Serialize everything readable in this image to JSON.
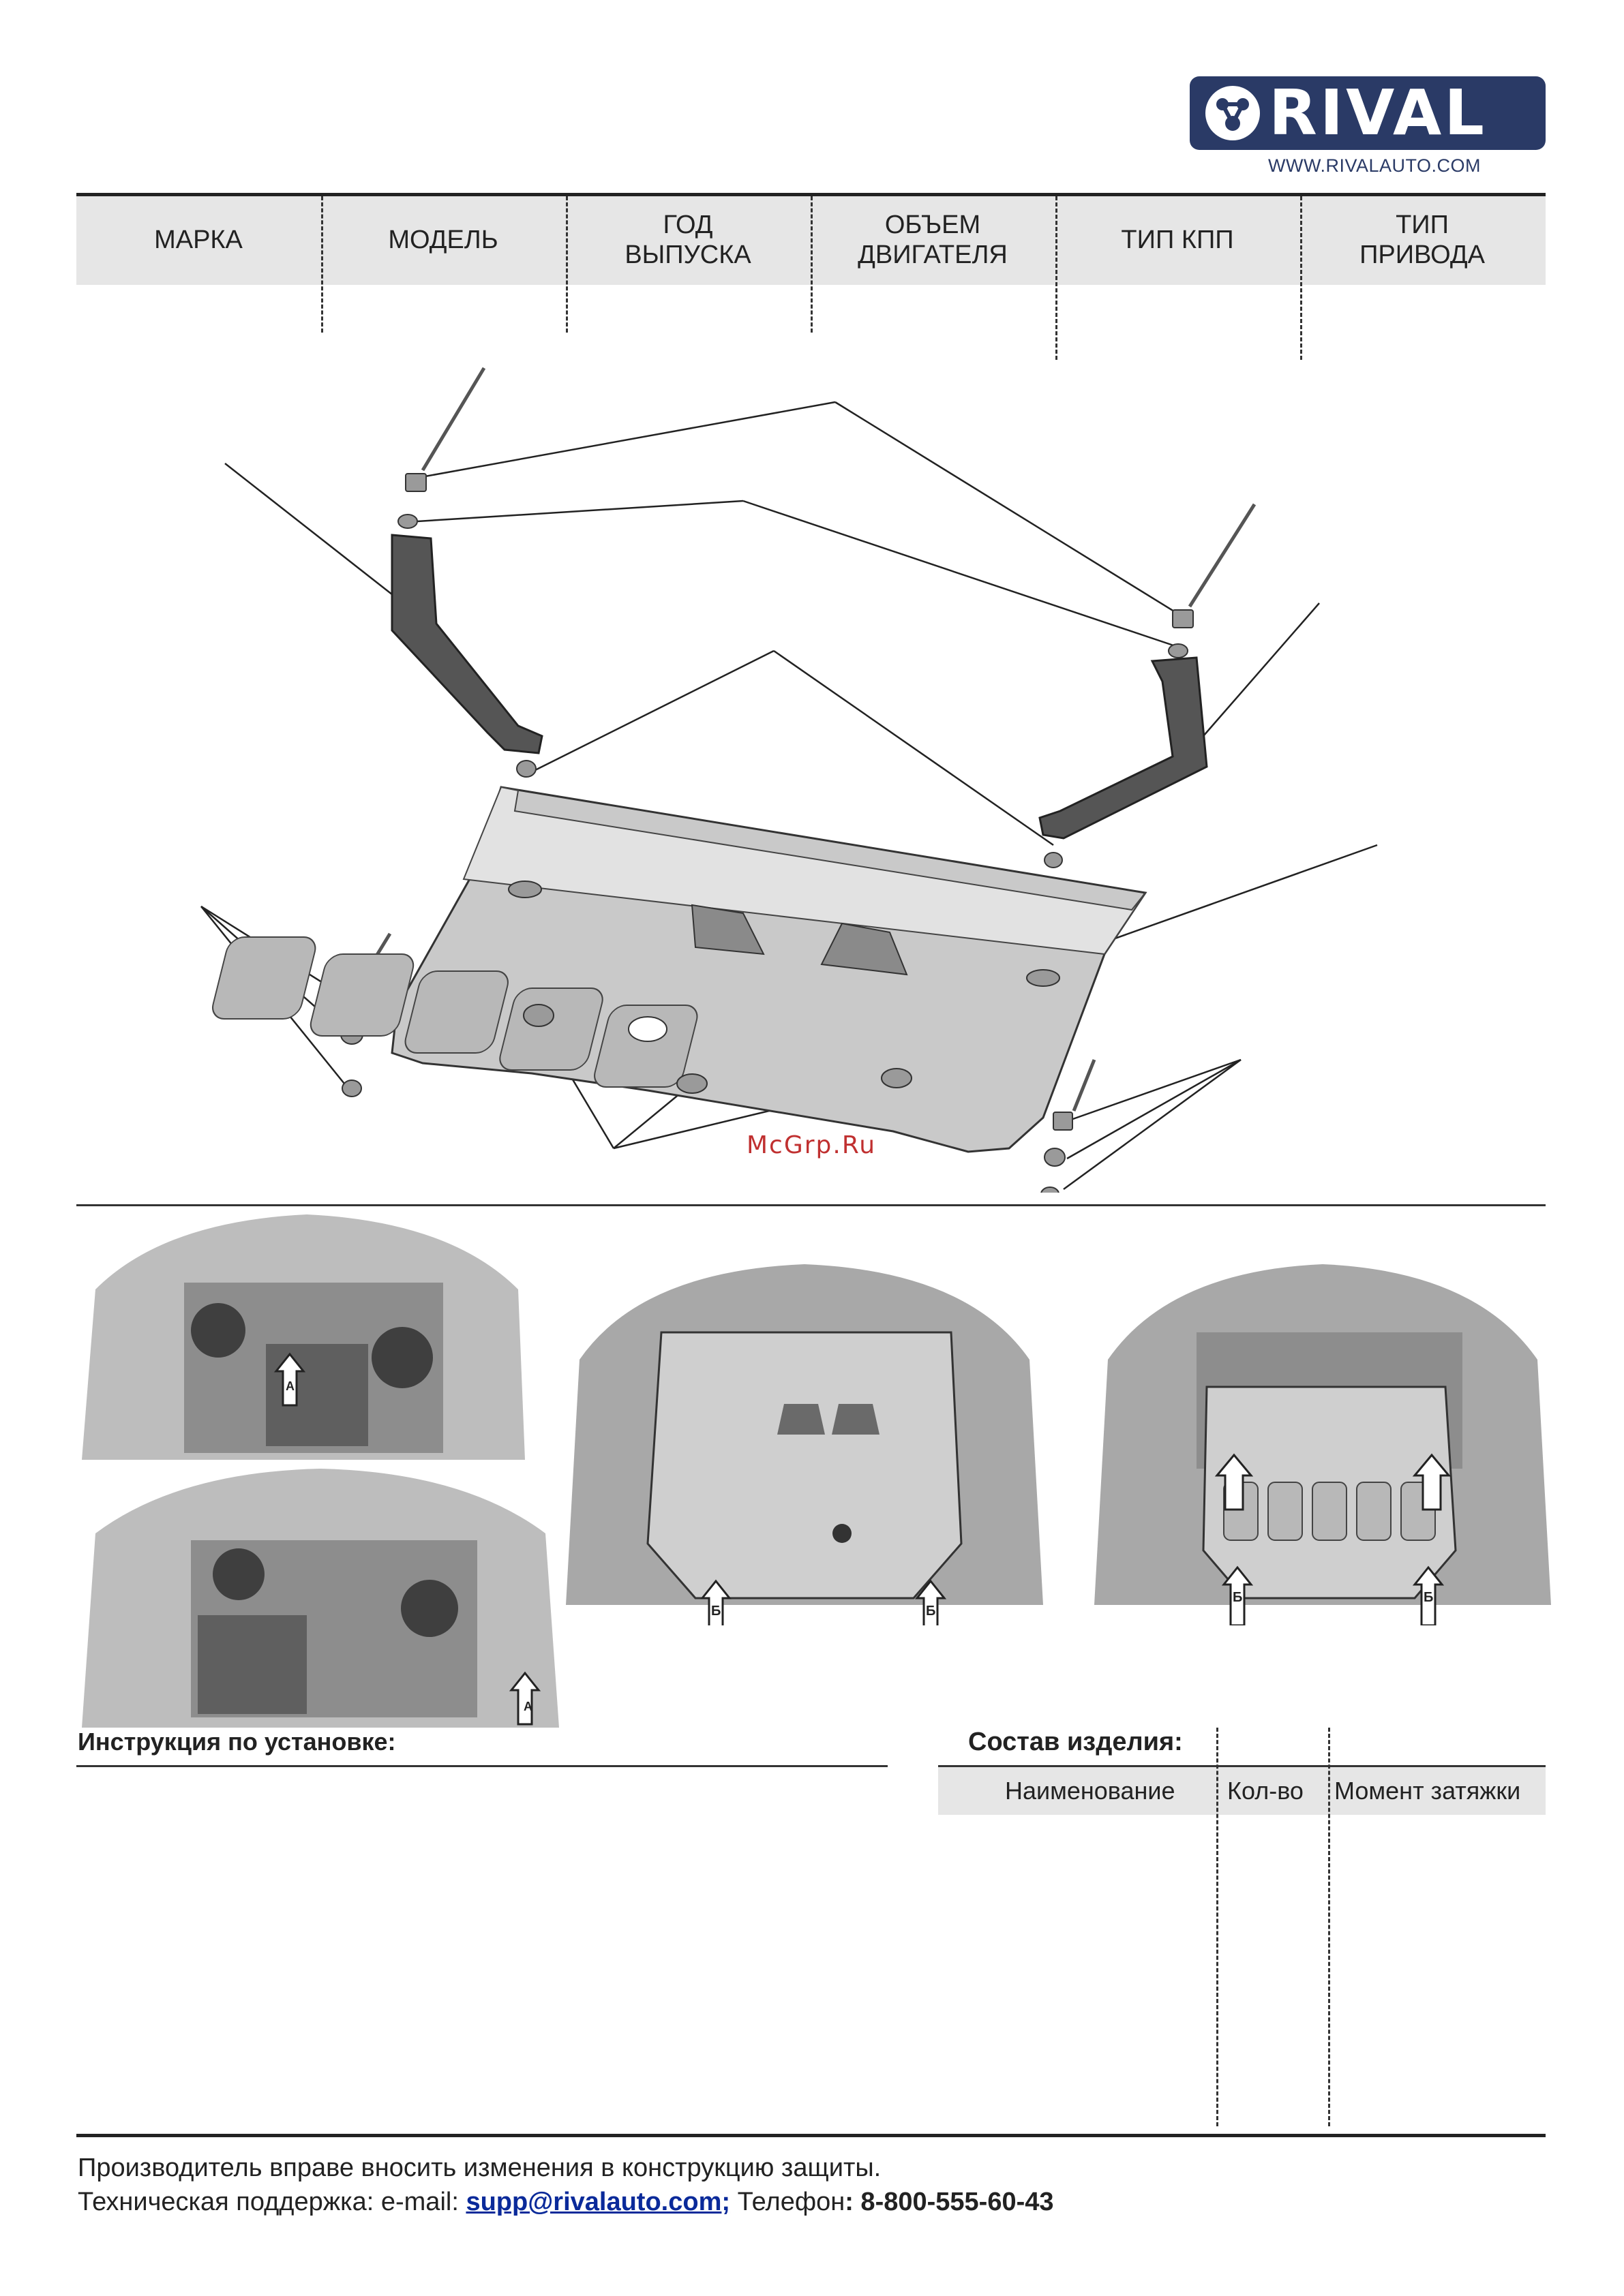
{
  "brand": {
    "logo_text": "RIVAL",
    "website": "WWW.RIVALAUTO.COM",
    "color_primary": "#2a3a66"
  },
  "vehicle_table": {
    "headers": [
      "МАРКА",
      "МОДЕЛЬ",
      "ГОД\nВЫПУСКА",
      "ОБЪЕМ\nДВИГАТЕЛЯ",
      "ТИП КПП",
      "ТИП\nПРИВОДА"
    ]
  },
  "drawing": {
    "watermark": "McGrp.Ru"
  },
  "photos": {
    "arrow_a": "А",
    "arrow_b": "Б"
  },
  "instruction": {
    "title": "Инструкция по установке:"
  },
  "composition": {
    "title": "Состав изделия:",
    "col_name": "Наименование",
    "col_qty": "Кол-во",
    "col_torque": "Момент затяжки"
  },
  "footer": {
    "note": "Производитель вправе вносить изменения в конструкцию защиты.",
    "support_label": "Техническая поддержка:  e-mail: ",
    "email": "supp@rivalauto.com",
    "email_sep": ";",
    "phone_label": " Телефон",
    "phone": ": 8-800-555-60-43"
  }
}
